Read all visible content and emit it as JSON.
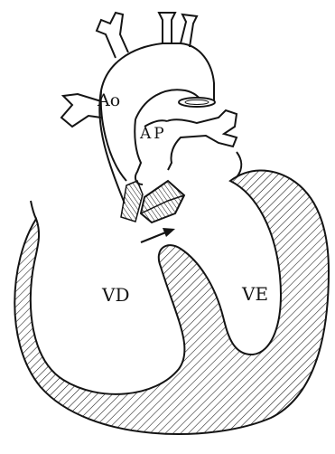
{
  "labels": {
    "aorta": "Ao",
    "pulmonary_artery": "AP",
    "right_ventricle": "VD",
    "left_ventricle": "VE"
  },
  "colors": {
    "ink": "#141414",
    "paper": "#ffffff"
  }
}
